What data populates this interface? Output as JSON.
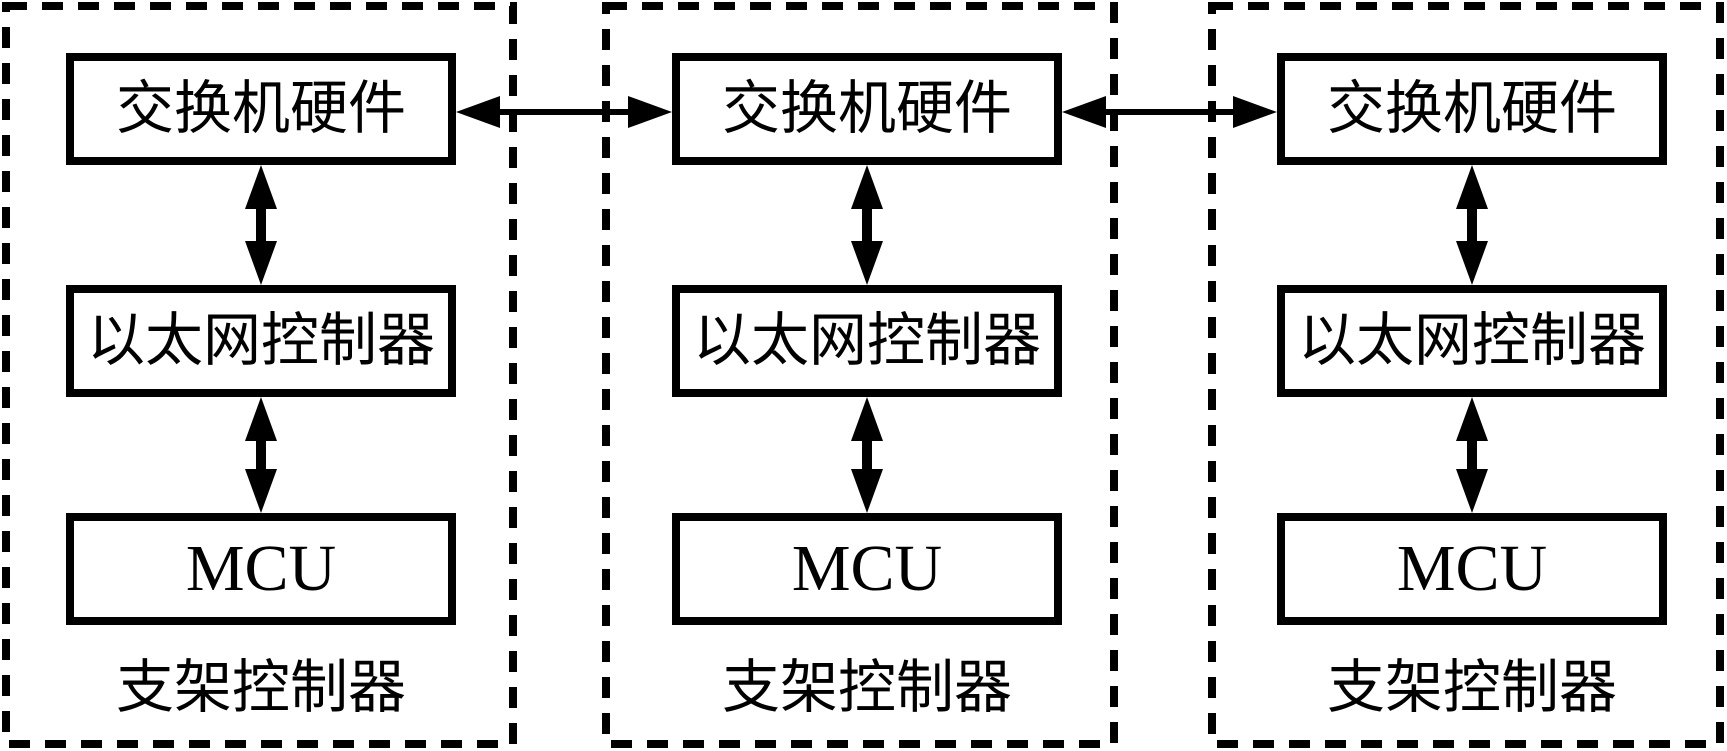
{
  "diagram": {
    "colors": {
      "line": "#000000",
      "background": "#ffffff",
      "text": "#000000"
    },
    "units": [
      {
        "switch_label": "交换机硬件",
        "ethernet_label": "以太网控制器",
        "mcu_label": "MCU",
        "caption": "支架控制器"
      },
      {
        "switch_label": "交换机硬件",
        "ethernet_label": "以太网控制器",
        "mcu_label": "MCU",
        "caption": "支架控制器"
      },
      {
        "switch_label": "交换机硬件",
        "ethernet_label": "以太网控制器",
        "mcu_label": "MCU",
        "caption": "支架控制器"
      }
    ]
  }
}
